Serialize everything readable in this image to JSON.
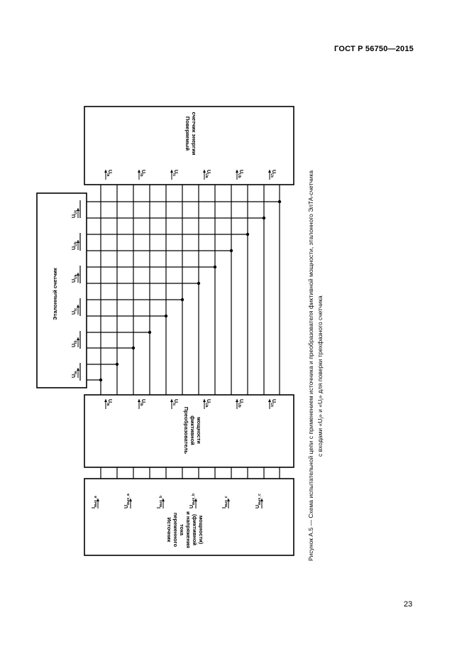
{
  "header": {
    "standard_code": "ГОСТ Р 56750—2015"
  },
  "page": {
    "number": "23"
  },
  "figure": {
    "caption_line1": "Рисунок А.5 — Схема испытательной цепи с применением источника и преобразователя фиктивной мощности, эталонного ЭлТА-счетчика",
    "caption_line2": "с входами «U",
    "caption_line2_sub1": "I",
    "caption_line2_mid": "» и «U",
    "caption_line2_sub2": "I",
    "caption_line2_end": "» для поверки трехфазного счетчика",
    "blocks": {
      "meter_under_test": [
        "Поверяемый",
        "счетчик энергии"
      ],
      "reference_meter": "Эталонный счетчик",
      "converter": [
        "Преобразователь",
        "фиктивной",
        "мощности"
      ],
      "source": [
        "Источник",
        "переменного",
        "тока",
        "и напряжения",
        "(фиктивной",
        "мощности)"
      ]
    },
    "meter_under_test_inputs": [
      {
        "main": "U",
        "sub": "Ia"
      },
      {
        "main": "U",
        "sub": "Ib"
      },
      {
        "main": "U",
        "sub": "Ic"
      },
      {
        "main": "U",
        "sub": "Ua"
      },
      {
        "main": "U",
        "sub": "Ub"
      },
      {
        "main": "U",
        "sub": "Uc"
      }
    ],
    "reference_meter_inputs": [
      {
        "main": "U",
        "sub": "Ia"
      },
      {
        "main": "U",
        "sub": "Ib"
      },
      {
        "main": "U",
        "sub": "Ic"
      },
      {
        "main": "U",
        "sub": "Ua"
      },
      {
        "main": "U",
        "sub": "Ub"
      },
      {
        "main": "U",
        "sub": "Uc"
      }
    ],
    "converter_outputs": [
      {
        "main": "U",
        "sub": "Ia"
      },
      {
        "main": "U",
        "sub": "Ib"
      },
      {
        "main": "U",
        "sub": "Ic"
      },
      {
        "main": "U",
        "sub": "Ua"
      },
      {
        "main": "U",
        "sub": "Ub"
      },
      {
        "main": "U",
        "sub": "Uc"
      }
    ],
    "source_outputs": [
      {
        "main": "I",
        "sub": "вых_a"
      },
      {
        "main": "U",
        "sub": "вых_a"
      },
      {
        "main": "I",
        "sub": "вых_b"
      },
      {
        "main": "U",
        "sub": "вых_b"
      },
      {
        "main": "I",
        "sub": "вых_c"
      },
      {
        "main": "U",
        "sub": "вых_c"
      }
    ]
  }
}
